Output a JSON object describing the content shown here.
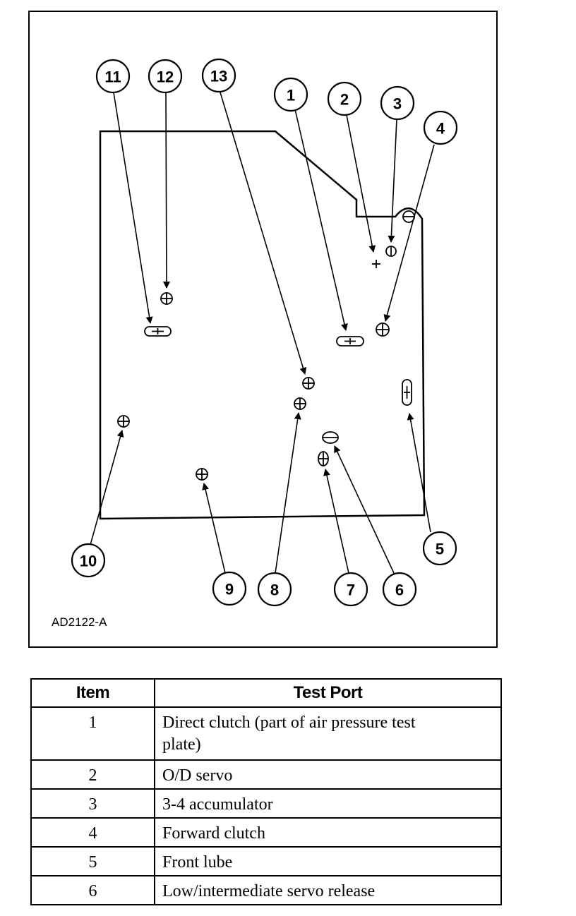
{
  "figure": {
    "id_label": "AD2122-A",
    "callouts": [
      "1",
      "2",
      "3",
      "4",
      "5",
      "6",
      "7",
      "8",
      "9",
      "10",
      "11",
      "12",
      "13"
    ]
  },
  "table": {
    "headers": {
      "item": "Item",
      "port": "Test Port"
    },
    "rows": [
      {
        "item": "1",
        "port": "Direct clutch (part of air pressure test plate)"
      },
      {
        "item": "2",
        "port": "O/D servo"
      },
      {
        "item": "3",
        "port": "3-4 accumulator"
      },
      {
        "item": "4",
        "port": "Forward clutch"
      },
      {
        "item": "5",
        "port": "Front lube"
      },
      {
        "item": "6",
        "port": "Low/intermediate servo release"
      }
    ]
  }
}
